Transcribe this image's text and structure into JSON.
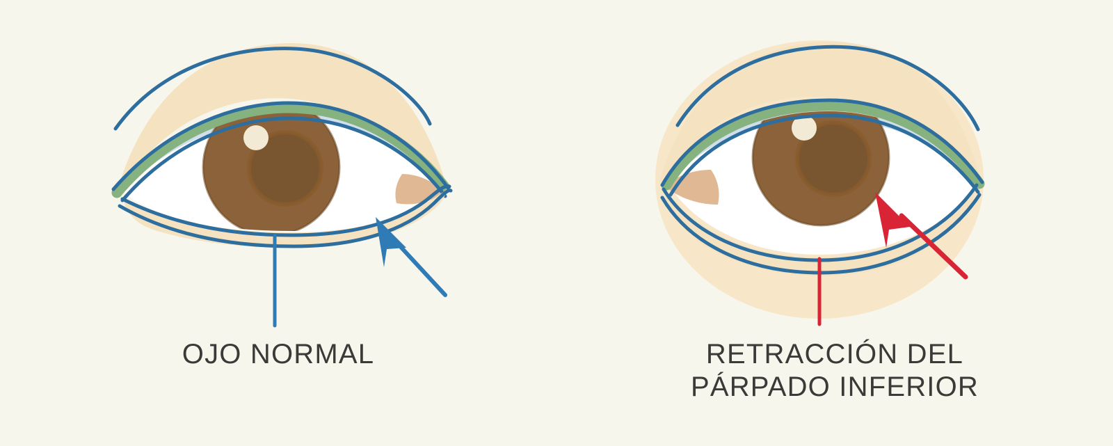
{
  "figure": {
    "background_color": "#f7f6ec",
    "text_color": "#3a3a38"
  },
  "palette": {
    "outline_blue": "#2d6e9e",
    "arrow_blue": "#2f7bb5",
    "arrow_red": "#d82434",
    "lid_skin": "#f5e2c0",
    "globe_skin": "#f7e6c8",
    "lash_green": "#85b27e",
    "lid_shadow_blue": "#ccdded",
    "sclera_white": "#ffffff",
    "iris_brown": "#8b6239",
    "iris_dark_brown": "#6f4a26",
    "pupil_brown": "#7a5630",
    "highlight_cream": "#f2ead4",
    "caruncle_tan": "#e0b994"
  },
  "panels": [
    {
      "id": "normal",
      "caption_lines": [
        "OJO NORMAL"
      ],
      "arrow_color": "#2f7bb5",
      "leader_color": "#2f7bb5",
      "annotation": "arrow pointing to lower eyelid margin",
      "lid_position": "lower lid covers inferior limbus"
    },
    {
      "id": "retraction",
      "caption_lines": [
        "RETRACCIÓN DEL",
        "PÁRPADO INFERIOR"
      ],
      "arrow_color": "#d82434",
      "leader_color": "#d82434",
      "annotation": "arrow pointing to exposed inferior sclera",
      "lid_position": "lower lid retracted, scleral show below iris"
    }
  ]
}
